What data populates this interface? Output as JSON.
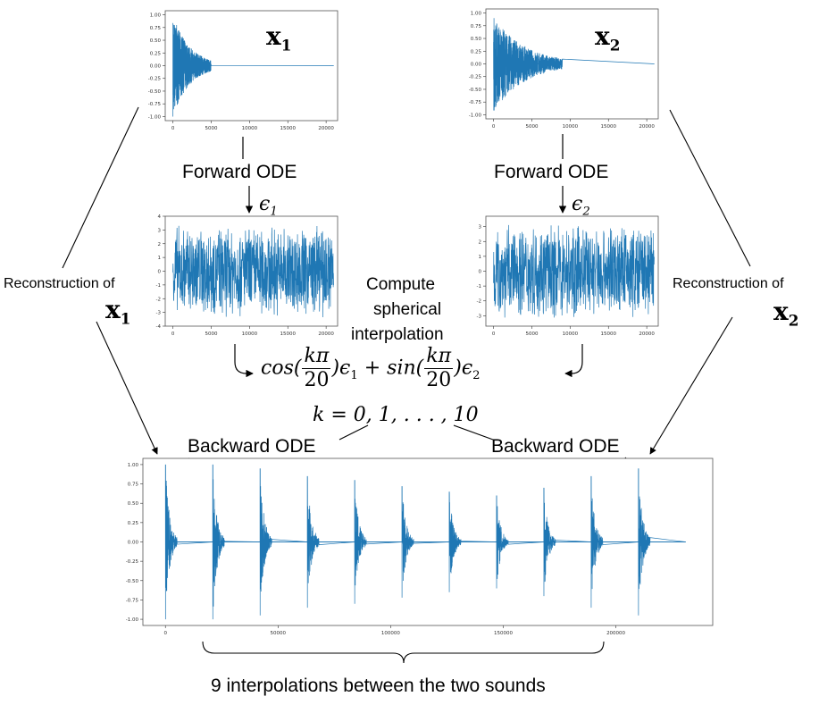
{
  "labels": {
    "forward_ode_1": "Forward ODE",
    "forward_ode_2": "Forward ODE",
    "backward_ode_1": "Backward ODE",
    "backward_ode_2": "Backward ODE",
    "reconstruction_1": "Reconstruction of",
    "reconstruction_2": "Reconstruction of",
    "compute_1": "Compute",
    "compute_2": "spherical",
    "compute_3": "interpolation",
    "footer": "9 interpolations between the two sounds"
  },
  "math": {
    "x1_base": "x",
    "x1_sub": "1",
    "x2_base": "x",
    "x2_sub": "2",
    "eps1_base": "ϵ",
    "eps1_sub": "1",
    "eps2_base": "ϵ",
    "eps2_sub": "2",
    "cos": "cos(",
    "sin": "sin(",
    "frac_num": "kπ",
    "frac_den": "20",
    "close_eps1": ")ϵ",
    "plus": " + ",
    "close_eps2": ")ϵ",
    "k_range": "k = 0, 1, . . . , 10"
  },
  "colors": {
    "waveform": "#1f77b4",
    "frame": "#555555",
    "text": "#000000"
  },
  "chart_data": [
    {
      "id": "x1-waveform",
      "type": "line",
      "x_ticks": [
        "0",
        "5000",
        "10000",
        "15000",
        "20000"
      ],
      "y_ticks": [
        "1.00",
        "0.75",
        "0.50",
        "0.25",
        "0.00",
        "-0.25",
        "-0.50",
        "-0.75",
        "-1.00"
      ],
      "xlim": [
        -1000,
        21500
      ],
      "ylim": [
        -1.08,
        1.08
      ],
      "signal": {
        "kind": "burst",
        "start": 0,
        "end": 5000,
        "amplitude": 1.0,
        "length": 21000
      }
    },
    {
      "id": "x2-waveform",
      "type": "line",
      "x_ticks": [
        "0",
        "5000",
        "10000",
        "15000",
        "20000"
      ],
      "y_ticks": [
        "1.00",
        "0.75",
        "0.50",
        "0.25",
        "0.00",
        "-0.25",
        "-0.50",
        "-0.75",
        "-1.00"
      ],
      "xlim": [
        -1000,
        21500
      ],
      "ylim": [
        -1.08,
        1.08
      ],
      "signal": {
        "kind": "burst",
        "start": 0,
        "end": 9000,
        "amplitude": 0.95,
        "length": 21000
      }
    },
    {
      "id": "eps1-noise",
      "type": "line",
      "x_ticks": [
        "0",
        "5000",
        "10000",
        "15000",
        "20000"
      ],
      "y_ticks": [
        "4",
        "3",
        "2",
        "1",
        "0",
        "-1",
        "-2",
        "-3",
        "-4"
      ],
      "xlim": [
        -1000,
        21500
      ],
      "ylim": [
        -4,
        4
      ],
      "signal": {
        "kind": "noise",
        "amplitude": 3.5,
        "length": 21000
      }
    },
    {
      "id": "eps2-noise",
      "type": "line",
      "x_ticks": [
        "0",
        "5000",
        "10000",
        "15000",
        "20000"
      ],
      "y_ticks": [
        "3",
        "2",
        "1",
        "0",
        "-1",
        "-2",
        "-3"
      ],
      "xlim": [
        -1000,
        21500
      ],
      "ylim": [
        -3.7,
        3.7
      ],
      "signal": {
        "kind": "noise",
        "amplitude": 3.3,
        "length": 21000
      }
    },
    {
      "id": "interpolations",
      "type": "line",
      "x_ticks": [
        "0",
        "50000",
        "100000",
        "150000",
        "200000"
      ],
      "y_ticks": [
        "1.00",
        "0.75",
        "0.50",
        "0.25",
        "0.00",
        "-0.25",
        "-0.50",
        "-0.75",
        "-1.00"
      ],
      "xlim": [
        -10000,
        243000
      ],
      "ylim": [
        -1.08,
        1.08
      ],
      "bursts": [
        0,
        21000,
        42000,
        63000,
        84000,
        105000,
        126000,
        147000,
        168000,
        189000,
        210000
      ],
      "burst_amplitudes": [
        1.0,
        1.0,
        0.95,
        0.85,
        0.8,
        0.72,
        0.65,
        0.6,
        0.7,
        0.85,
        0.95
      ],
      "length": 231000
    }
  ]
}
